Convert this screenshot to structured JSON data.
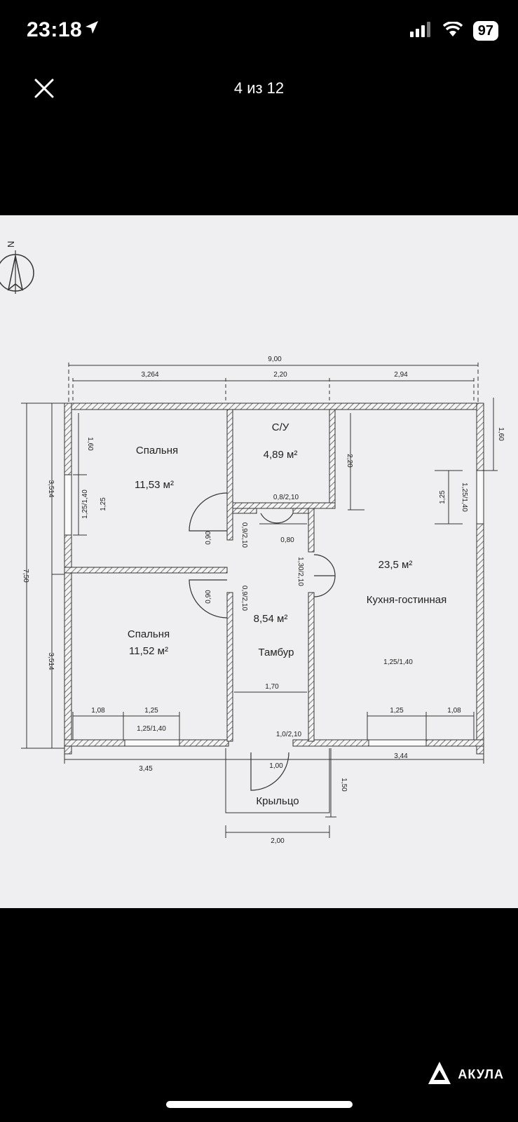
{
  "status_bar": {
    "time": "23:18",
    "battery": "97"
  },
  "viewer": {
    "counter": "4 из 12"
  },
  "plan": {
    "north": "N",
    "rooms": {
      "bedroom_top": {
        "name": "Спальня",
        "area": "11,53 м²"
      },
      "bathroom": {
        "name": "С/У",
        "area": "4,89 м²"
      },
      "kitchen": {
        "name": "Кухня-гостинная",
        "area": "23,5 м²"
      },
      "vestibule": {
        "name": "Тамбур",
        "area": "8,54 м²"
      },
      "bedroom_bottom": {
        "name": "Спальня",
        "area": "11,52 м²"
      },
      "porch": {
        "name": "Крыльцо"
      }
    },
    "dims": {
      "total_width": "9,00",
      "top_left": "3,264",
      "top_mid": "2,20",
      "top_right": "2,94",
      "total_height": "7,50",
      "left_upper": "3,514",
      "left_lower": "3,514",
      "right_1_60": "1,60",
      "bath_height": "2,20",
      "bed_top_1_60": "1,60",
      "win_bed_top": "1,25/1,40",
      "win_bed_top_w": "1,25",
      "kitchen_win": "1,25/1,40",
      "kitchen_win_w": "1,25",
      "bath_door": "0,8/2,10",
      "bath_door_w": "0,80",
      "door_090_top": "0,90",
      "door_092_top": "0,9/2,10",
      "door_090_bottom": "0,90",
      "door_092_bottom": "0,9/2,10",
      "kitchen_door": "1,30/2,10",
      "kitchen_win2": "1,25/1,40",
      "vest_width": "1,70",
      "entry_door": "1,0/2,10",
      "bl_108": "1,08",
      "bl_125": "1,25",
      "bl_win": "1,25/1,40",
      "br_125": "1,25",
      "br_108": "1,08",
      "bottom_left": "3,45",
      "bottom_right": "3,44",
      "porch_door": "1,00",
      "porch_depth": "1,50",
      "porch_width": "2,00"
    }
  },
  "watermark": {
    "text": "АКУЛА"
  }
}
